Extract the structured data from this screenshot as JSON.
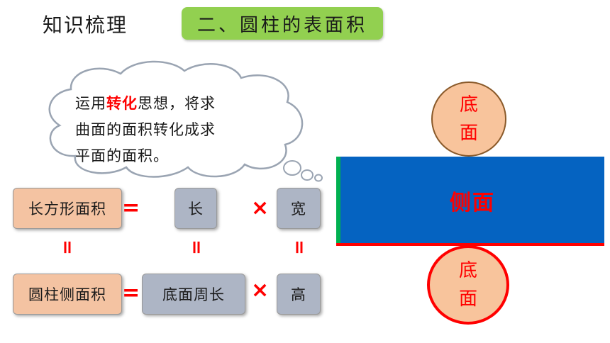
{
  "header": {
    "section": "知识梳理",
    "topic": "二、圆柱的表面积"
  },
  "cloud": {
    "line1_pre": "运用",
    "line1_highlight": "转化",
    "line1_post": "思想，将求",
    "line2": "曲面的面积转化成求",
    "line3": "平面的面积。"
  },
  "formula": {
    "rect_area": "长方形面积",
    "length": "长",
    "width": "宽",
    "side_area": "圆柱侧面积",
    "base_perimeter": "底面周长",
    "height": "高",
    "eq": "=",
    "times": "×",
    "equiv": "="
  },
  "net": {
    "top_base_1": "底",
    "top_base_2": "面",
    "side": "侧面",
    "bottom_base_1": "底",
    "bottom_base_2": "面"
  }
}
